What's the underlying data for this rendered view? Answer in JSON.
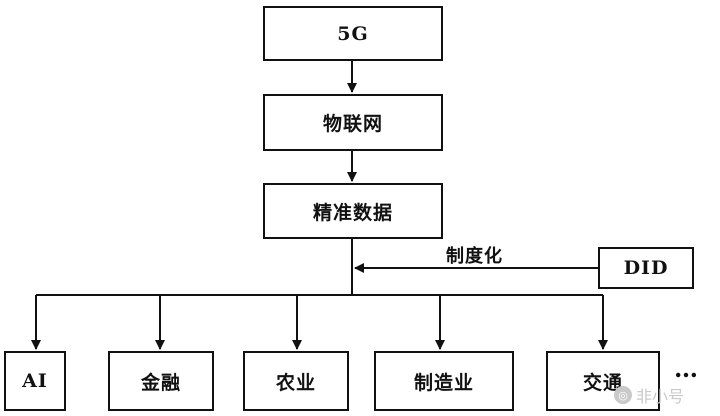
{
  "nodes": {
    "fiveg": "5G",
    "iot": "物联网",
    "precise_data": "精准数据",
    "did": "DID"
  },
  "edge_label": "制度化",
  "applications": [
    "AI",
    "金融",
    "农业",
    "制造业",
    "交通"
  ],
  "ellipsis": "…",
  "watermark": "非小号"
}
